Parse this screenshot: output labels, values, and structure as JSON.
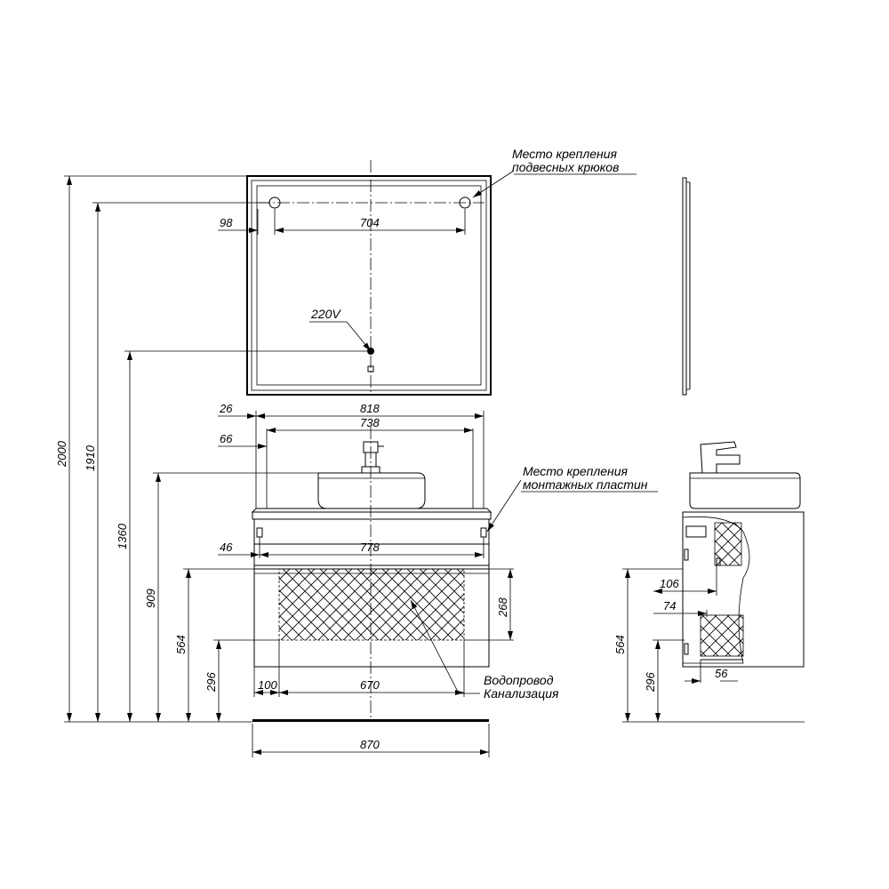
{
  "notes": {
    "hooks_line1": "Место крепления",
    "hooks_line2": "подвесных крюков",
    "plates_line1": "Место крепления",
    "plates_line2": "монтажных пластин",
    "voltage": "220V",
    "water_line1": "Водопровод",
    "water_line2": "Канализация"
  },
  "dims": {
    "mirror_hook_offset": "98",
    "mirror_hook_spacing": "704",
    "top_edge_offset": "26",
    "top_width": "818",
    "bowl_width": "738",
    "bowl_offset": "66",
    "plate_offset": "46",
    "plate_spacing": "778",
    "drawer_height": "268",
    "pipe_offset": "100",
    "pipe_zone_width": "670",
    "base_width": "870",
    "h_total": "2000",
    "h_hooks": "1910",
    "h_socket": "1360",
    "h_top": "909",
    "h_cabinet": "564",
    "h_pipes": "296",
    "side_106": "106",
    "side_74": "74",
    "side_56": "56",
    "side_h_cabinet": "564",
    "side_h_pipes": "296"
  }
}
